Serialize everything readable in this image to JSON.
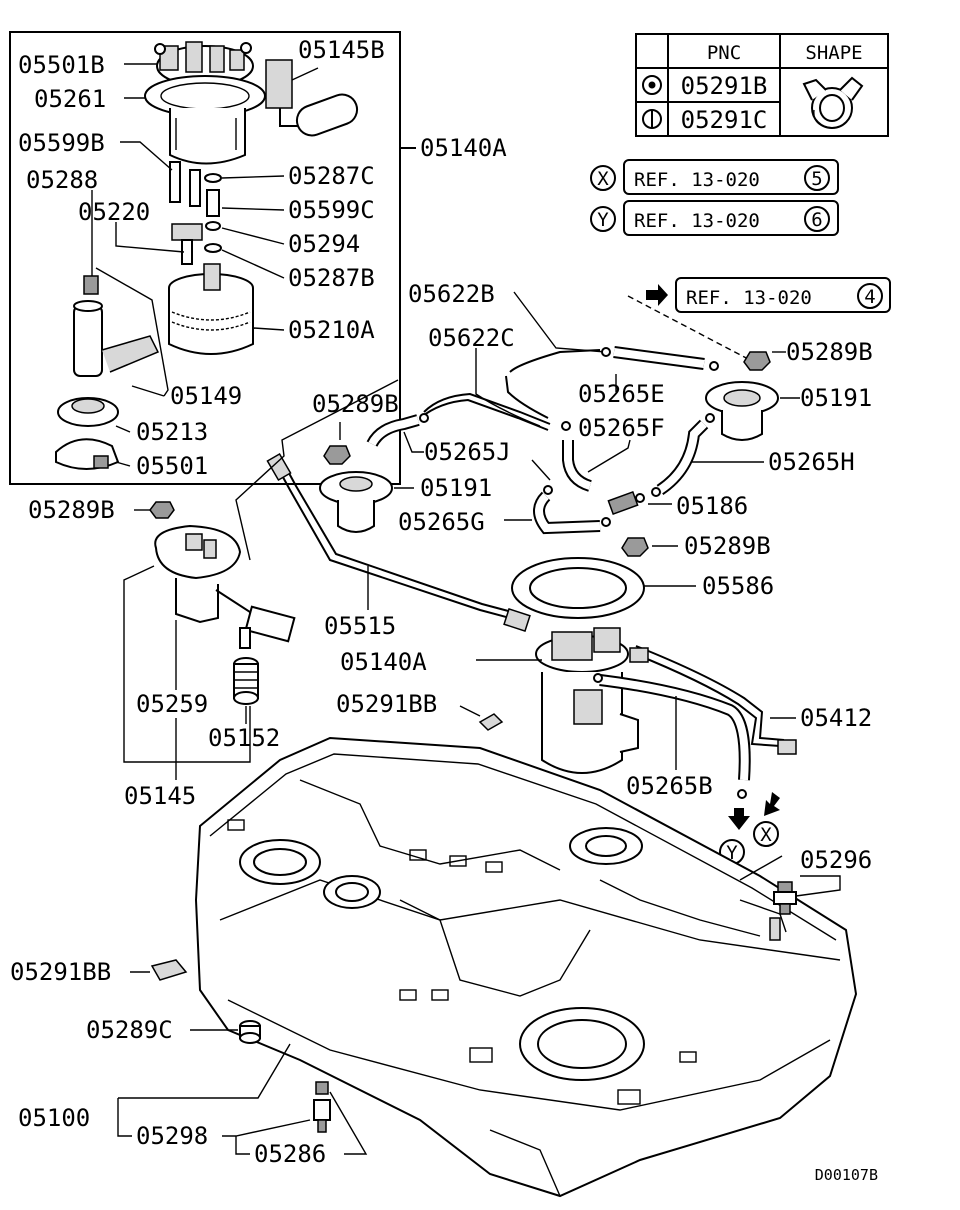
{
  "diagram_code": "D00107B",
  "legend": {
    "header_pnc": "PNC",
    "header_shape": "SHAPE",
    "rows": [
      {
        "symbol": "circle-dot",
        "pnc": "05291B"
      },
      {
        "symbol": "circle-bar",
        "pnc": "05291C"
      }
    ]
  },
  "references": [
    {
      "letter": "X",
      "text": "REF. 13-020",
      "number": "5"
    },
    {
      "letter": "Y",
      "text": "REF. 13-020",
      "number": "6"
    },
    {
      "letter": "",
      "text": "REF. 13-020",
      "number": "4"
    }
  ],
  "callouts": {
    "X": "X",
    "Y": "Y"
  },
  "labels": {
    "p05501B": "05501B",
    "p05261": "05261",
    "p05599B": "05599B",
    "p05288": "05288",
    "p05220": "05220",
    "p05145B": "05145B",
    "p05287C": "05287C",
    "p05599C": "05599C",
    "p05294": "05294",
    "p05287B": "05287B",
    "p05210A": "05210A",
    "p05149": "05149",
    "p05213": "05213",
    "p05501": "05501",
    "p05140A_top": "05140A",
    "p05622B": "05622B",
    "p05622C": "05622C",
    "p05289B_1": "05289B",
    "p05265E": "05265E",
    "p05191_1": "05191",
    "p05289B_2": "05289B",
    "p05265F": "05265F",
    "p05265J": "05265J",
    "p05265H": "05265H",
    "p05191_2": "05191",
    "p05186": "05186",
    "p05265G": "05265G",
    "p05289B_3": "05289B",
    "p05289B_4": "05289B",
    "p05586": "05586",
    "p05515": "05515",
    "p05140A_mid": "05140A",
    "p05291BB_1": "05291BB",
    "p05412": "05412",
    "p05259": "05259",
    "p05152": "05152",
    "p05145": "05145",
    "p05265B": "05265B",
    "p05296": "05296",
    "p05291BB_2": "05291BB",
    "p05289C": "05289C",
    "p05100": "05100",
    "p05298": "05298",
    "p05286": "05286"
  }
}
